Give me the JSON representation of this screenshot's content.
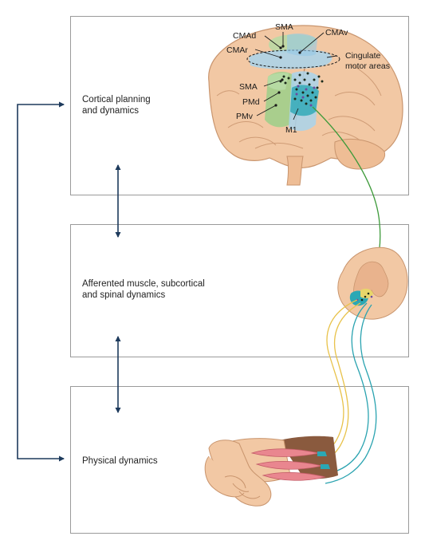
{
  "panels": {
    "cortical": {
      "label": "Cortical planning\nand dynamics"
    },
    "afferent": {
      "label": "Afferented muscle, subcortical\nand spinal dynamics"
    },
    "physical": {
      "label": "Physical dynamics"
    }
  },
  "brain_labels": {
    "sma_top": "SMA",
    "cmad": "CMAd",
    "cmav": "CMAv",
    "cmar": "CMAr",
    "cingulate_line1": "Cingulate",
    "cingulate_line2": "motor areas",
    "sma_side": "SMA",
    "pmd": "PMd",
    "pmv": "PMv",
    "m1": "M1"
  },
  "colors": {
    "brain": "#f2c8a4",
    "brain_outline": "#c9956e",
    "green_area": "#9ccf8a",
    "blue_area": "#a9d3ec",
    "teal": "#2aa8b5",
    "nerve_green": "#3d9a3a",
    "nerve_yellow": "#e8c24a",
    "nerve_teal": "#2aa3b0",
    "arrow": "#1d3a5c",
    "panel_border": "#9a9a9a"
  }
}
